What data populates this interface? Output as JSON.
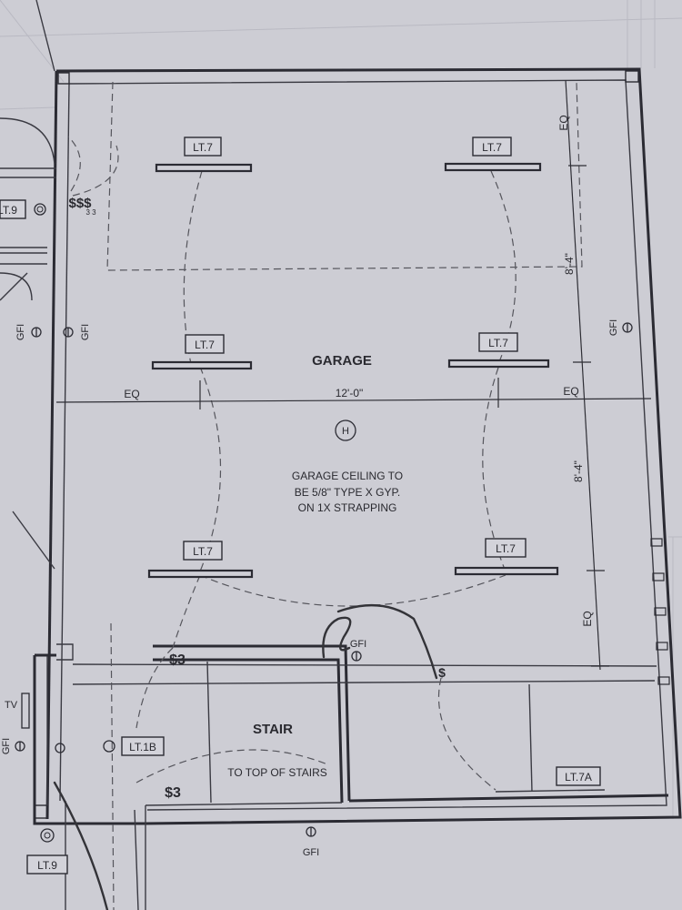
{
  "room": {
    "name": "GARAGE",
    "ceiling_note": [
      "GARAGE CEILING TO",
      "BE 5/8\" TYPE X GYP.",
      "ON 1X STRAPPING"
    ],
    "heater_symbol": "H"
  },
  "stair": {
    "name": "STAIR",
    "note": "TO TOP OF STAIRS"
  },
  "dimensions": {
    "width": "12'-0\"",
    "eq": "EQ",
    "upper_right": "8'-4\"",
    "lower_right": "8'-4\""
  },
  "fixtures": {
    "lt7": "LT.7",
    "lt7a": "LT.7A",
    "lt9": "LT.9",
    "lt1b": "LT.1B"
  },
  "devices": {
    "gfi": "GFI",
    "tv": "TV",
    "switch": "$",
    "switch3": "$3",
    "switch_group": "$$$",
    "switch_sub": "3 3"
  }
}
